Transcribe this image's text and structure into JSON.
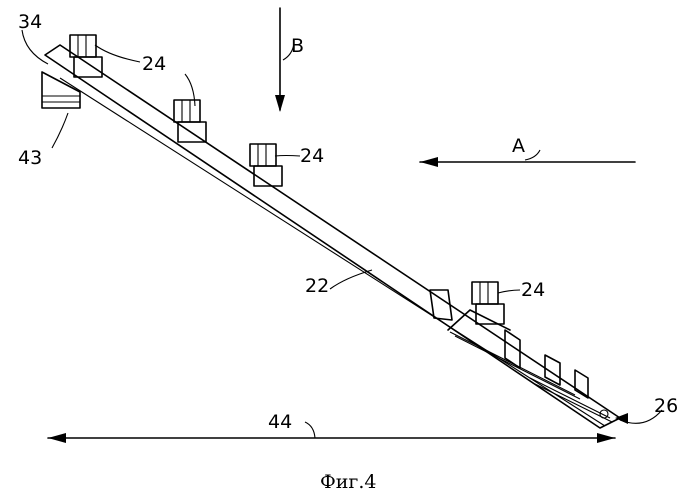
{
  "labels": {
    "ref_34": "34",
    "ref_43": "43",
    "ref_24a": "24",
    "ref_24b": "24",
    "ref_24c": "24",
    "ref_b": "B",
    "ref_a": "A",
    "ref_22": "22",
    "ref_44": "44",
    "ref_26": "26"
  },
  "caption": "Фиг.4",
  "colors": {
    "ink": "#000000",
    "background": "#ffffff"
  }
}
